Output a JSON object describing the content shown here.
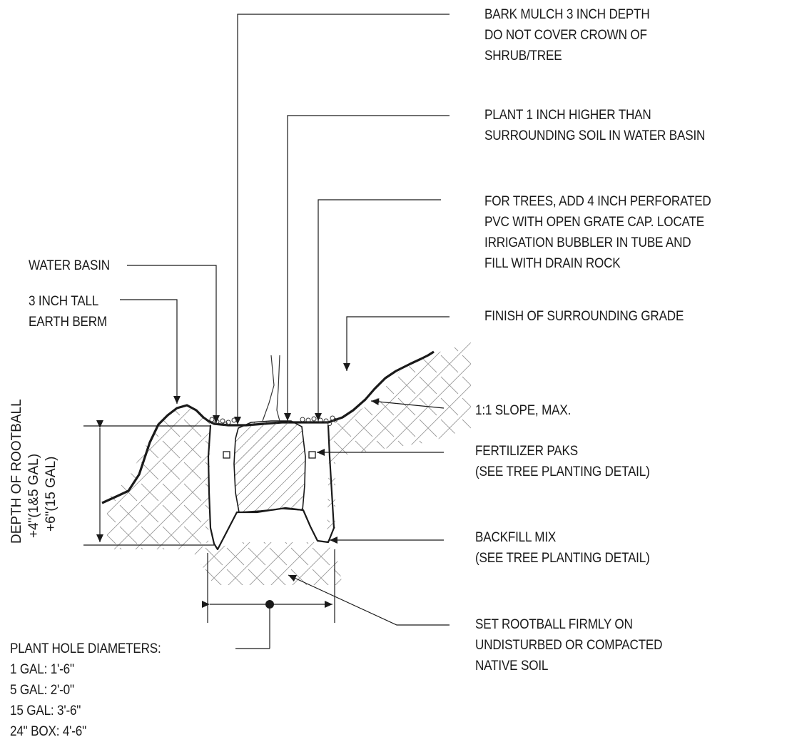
{
  "notes": {
    "bark_mulch": [
      "BARK MULCH 3 INCH DEPTH",
      "DO NOT COVER CROWN OF",
      "SHRUB/TREE"
    ],
    "plant_higher": [
      "PLANT 1 INCH HIGHER THAN",
      "SURROUNDING SOIL IN WATER BASIN"
    ],
    "trees_pvc": [
      "FOR TREES, ADD 4 INCH PERFORATED",
      "PVC WITH OPEN GRATE CAP.  LOCATE",
      "IRRIGATION BUBBLER IN TUBE AND",
      "FILL WITH DRAIN ROCK"
    ],
    "finish_grade": [
      "FINISH OF SURROUNDING GRADE"
    ],
    "slope": [
      "1:1 SLOPE, MAX."
    ],
    "fertilizer": [
      "FERTILIZER PAKS",
      "(SEE TREE PLANTING DETAIL)"
    ],
    "backfill": [
      "BACKFILL MIX",
      "(SEE TREE PLANTING DETAIL)"
    ],
    "rootball": [
      "SET ROOTBALL FIRMLY ON",
      "UNDISTURBED OR COMPACTED",
      "NATIVE SOIL"
    ]
  },
  "left_labels": {
    "water_basin": "WATER BASIN",
    "earth_berm": [
      "3 INCH TALL",
      "EARTH BERM"
    ]
  },
  "depth_label": [
    "DEPTH OF ROOTBALL",
    "+4\"(1&5 GAL)",
    "+6\"(15 GAL)"
  ],
  "hole_diameters": {
    "heading": "PLANT HOLE DIAMETERS:",
    "rows": [
      "1 GAL: 1'-6\"",
      "5 GAL: 2'-0\"",
      "15 GAL: 3'-6\"",
      "24\" BOX: 4'-6\""
    ]
  },
  "colors": {
    "ink": "#1a1a1a",
    "paper": "#ffffff"
  }
}
